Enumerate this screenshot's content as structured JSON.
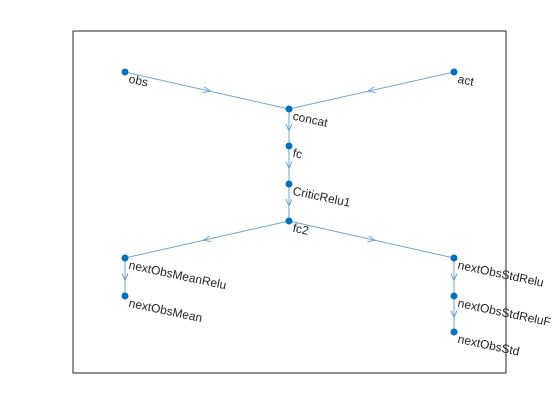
{
  "diagram": {
    "colors": {
      "edge": "#6aa6d6",
      "node": "#0072bd",
      "axes": "#262626",
      "label": "#262626"
    },
    "nodes": [
      {
        "id": "obs",
        "label": "obs"
      },
      {
        "id": "act",
        "label": "act"
      },
      {
        "id": "concat",
        "label": "concat"
      },
      {
        "id": "fc",
        "label": "fc"
      },
      {
        "id": "CriticRelu1",
        "label": "CriticRelu1"
      },
      {
        "id": "fc2",
        "label": "fc2"
      },
      {
        "id": "nextObsMeanRelu",
        "label": "nextObsMeanRelu"
      },
      {
        "id": "nextObsMean",
        "label": "nextObsMean"
      },
      {
        "id": "nextObsStdRelu",
        "label": "nextObsStdRelu"
      },
      {
        "id": "nextObsStdReluFull",
        "label": "nextObsStdReluF"
      },
      {
        "id": "nextObsStd",
        "label": "nextObsStd"
      }
    ],
    "edges": [
      {
        "from": "obs",
        "to": "concat"
      },
      {
        "from": "act",
        "to": "concat"
      },
      {
        "from": "concat",
        "to": "fc"
      },
      {
        "from": "fc",
        "to": "CriticRelu1"
      },
      {
        "from": "CriticRelu1",
        "to": "fc2"
      },
      {
        "from": "fc2",
        "to": "nextObsMeanRelu"
      },
      {
        "from": "fc2",
        "to": "nextObsStdRelu"
      },
      {
        "from": "nextObsMeanRelu",
        "to": "nextObsMean"
      },
      {
        "from": "nextObsStdRelu",
        "to": "nextObsStdReluFull"
      },
      {
        "from": "nextObsStdReluFull",
        "to": "nextObsStd"
      }
    ]
  }
}
